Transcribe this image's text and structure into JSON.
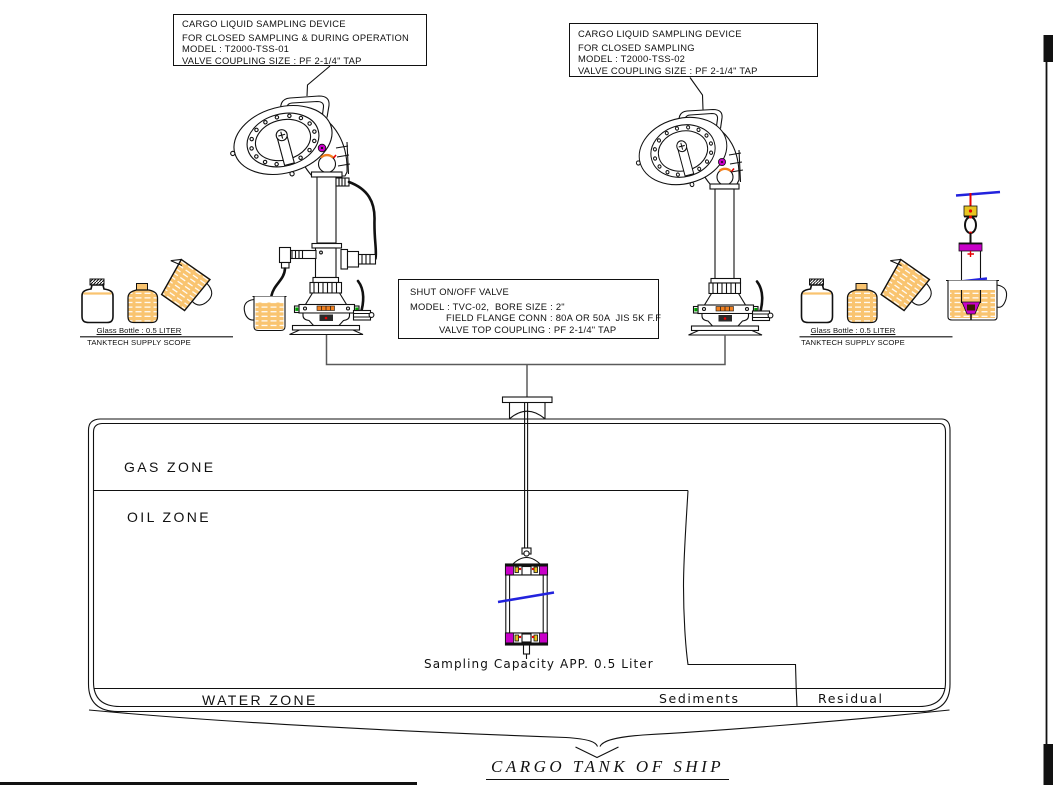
{
  "colors": {
    "line": "#111111",
    "pipe_gray": "#5a5a5a",
    "liquid": "#F9C470",
    "magenta": "#C800C8",
    "blue": "#2222DD",
    "red": "#E80000",
    "yellow": "#E8C520",
    "orange_mark": "#F08020",
    "green_mark": "#00A000"
  },
  "annotation_boxes": {
    "left_device": {
      "lines": [
        "CARGO LIQUID SAMPLING DEVICE",
        "FOR CLOSED SAMPLING & DURING OPERATION",
        "MODEL : T2000-TSS-01",
        "VALVE COUPLING SIZE : PF 2-1/4\" TAP"
      ]
    },
    "right_device": {
      "lines": [
        "CARGO LIQUID SAMPLING DEVICE",
        "FOR CLOSED SAMPLING",
        "MODEL : T2000-TSS-02",
        "VALVE COUPLING SIZE : PF 2-1/4\" TAP"
      ]
    },
    "shut_valve": {
      "lines": [
        "SHUT ON/OFF VALVE",
        "MODEL : TVC-02,  BORE SIZE : 2\"",
        "FIELD FLANGE CONN : 80A OR 50A  JIS 5K F.F",
        "VALVE TOP COUPLING : PF 2-1/4\" TAP"
      ]
    }
  },
  "bottle_captions": {
    "left": {
      "line1": "Glass Bottle : 0.5 LITER",
      "line2": "TANKTECH SUPPLY SCOPE"
    },
    "right": {
      "line1": "Glass Bottle : 0.5 LITER",
      "line2": "TANKTECH SUPPLY SCOPE"
    }
  },
  "tank": {
    "gas_zone": "GAS ZONE",
    "oil_zone": "OIL ZONE",
    "water_zone": "WATER ZONE",
    "sediments": "Sediments",
    "residual": "Residual",
    "sampling_capacity": "Sampling Capacity APP. 0.5 Liter",
    "title": "CARGO TANK OF SHIP"
  }
}
